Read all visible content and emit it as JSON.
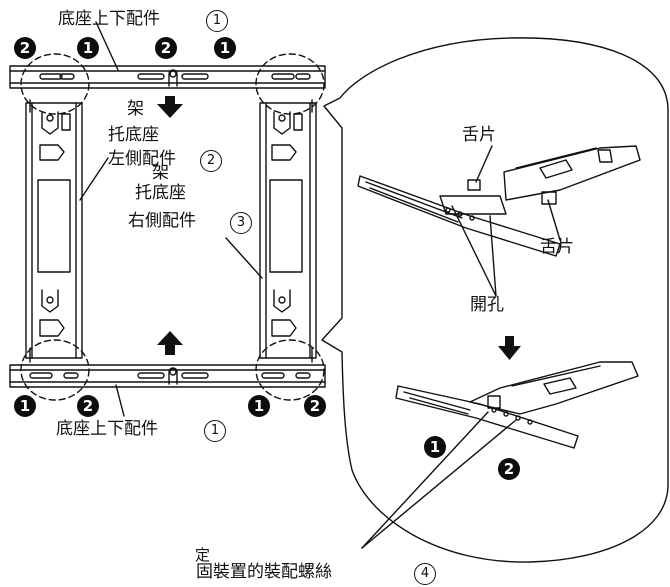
{
  "labels": {
    "top_rail": "底座上下配件",
    "bottom_rail": "底座上下配件",
    "left_side_a": "架",
    "left_side_b": "托底座",
    "left_side_c": "左側配件",
    "right_side_a": "架",
    "right_side_b": "托底座",
    "right_side_c": "右側配件",
    "tab_upper": "舌片",
    "tab_lower": "舌片",
    "holes": "開孔",
    "screw_a": "定",
    "screw_b": "固裝置的裝配螺絲"
  },
  "circled_numbers": {
    "top_rail": "1",
    "left_side": "2",
    "right_side": "3",
    "bottom_rail": "1",
    "screw": "4"
  },
  "badges": {
    "top_1": "2",
    "top_2": "1",
    "top_3": "2",
    "top_4": "1",
    "bottom_1": "1",
    "bottom_2": "2",
    "bottom_3": "1",
    "bottom_4": "2",
    "detail_1": "1",
    "detail_2": "2"
  },
  "colors": {
    "ink": "#111111",
    "badge_fill": "#0d0d0d",
    "paper": "#ffffff"
  },
  "icons": {
    "arrow_down": "arrow-down-icon",
    "arrow_up": "arrow-up-icon",
    "detail_arrow": "arrow-down-icon"
  }
}
